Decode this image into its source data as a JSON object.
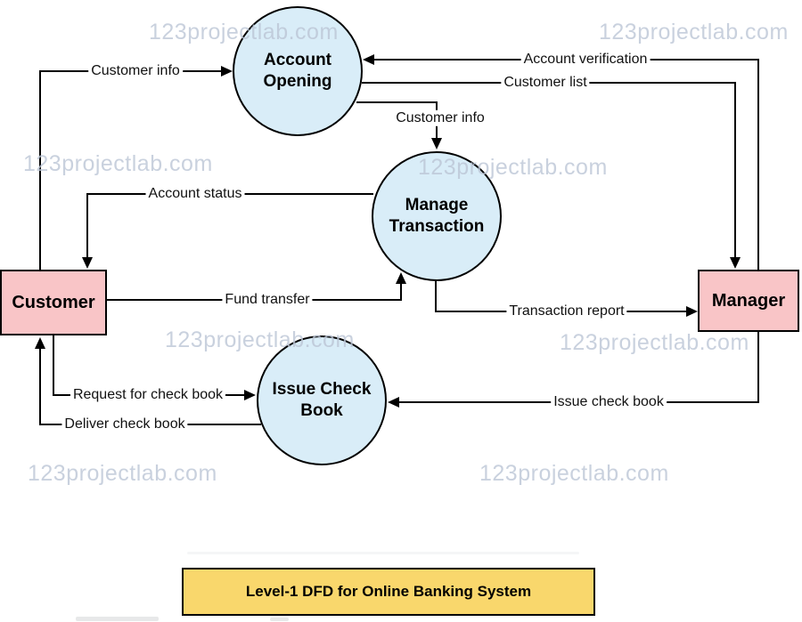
{
  "watermark": {
    "text": "123projectlab.com"
  },
  "title": {
    "label": "Level-1 DFD for Online Banking System"
  },
  "processes": [
    {
      "label": "Account Opening"
    },
    {
      "label": "Manage Transaction"
    },
    {
      "label": "Issue Check Book"
    }
  ],
  "entities": [
    {
      "label": "Customer"
    },
    {
      "label": "Manager"
    }
  ],
  "flows": [
    {
      "label": "Customer info",
      "from": "Customer",
      "to": "Account Opening"
    },
    {
      "label": "Account verification",
      "from": "Manager",
      "to": "Account Opening"
    },
    {
      "label": "Customer list",
      "from": "Account Opening",
      "to": "Manager"
    },
    {
      "label": "Customer info",
      "from": "Account Opening",
      "to": "Manage Transaction"
    },
    {
      "label": "Account status",
      "from": "Manage Transaction",
      "to": "Customer"
    },
    {
      "label": "Fund transfer",
      "from": "Customer",
      "to": "Manage Transaction"
    },
    {
      "label": "Transaction report",
      "from": "Manage Transaction",
      "to": "Manager"
    },
    {
      "label": "Issue check book",
      "from": "Manager",
      "to": "Issue Check Book"
    },
    {
      "label": "Request for check book",
      "from": "Customer",
      "to": "Issue Check Book"
    },
    {
      "label": "Deliver check book",
      "from": "Issue Check Book",
      "to": "Customer"
    }
  ],
  "colors": {
    "process-fill": "#d9edf8",
    "entity-fill": "#f9c5c7",
    "title-fill": "#f9d76c",
    "line-color": "#000000",
    "watermark-color": "#bcc6d6"
  }
}
